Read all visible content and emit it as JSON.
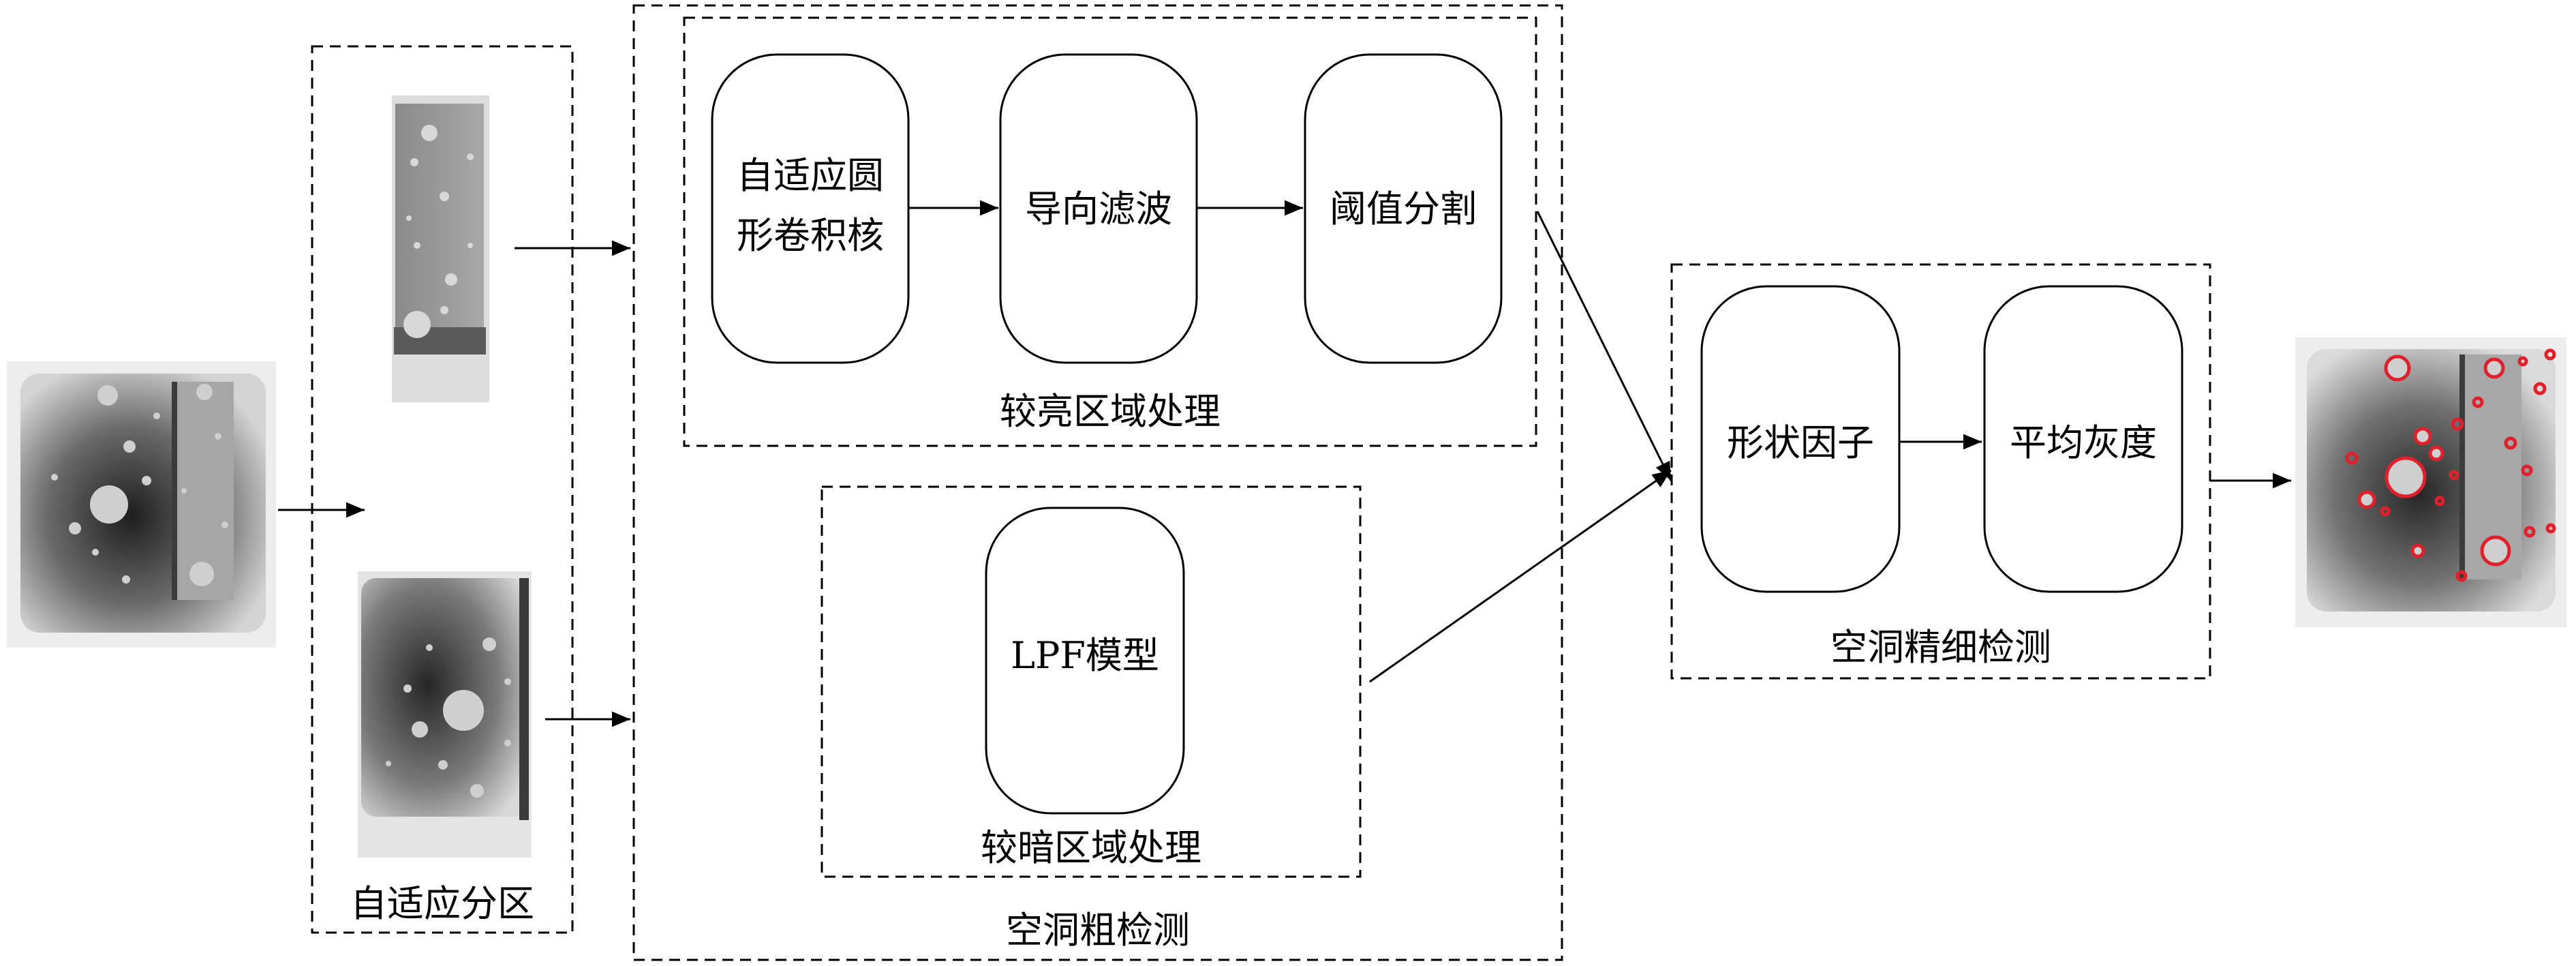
{
  "groups": {
    "adaptive_partition": "自适应分区",
    "coarse_detection": "空洞粗检测",
    "bright_region": "较亮区域处理",
    "dark_region": "较暗区域处理",
    "fine_detection": "空洞精细检测"
  },
  "steps": {
    "adaptive_kernel_line1": "自适应圆",
    "adaptive_kernel_line2": "形卷积核",
    "guided_filter": "导向滤波",
    "threshold_segmentation": "阈值分割",
    "lpf_model": "LPF模型",
    "shape_factor": "形状因子",
    "mean_gray": "平均灰度"
  },
  "colors": {
    "line": "#000000",
    "detection_marker": "#e0202a",
    "xray_dark": "#1e1e1e",
    "xray_light": "#d4d4d4"
  }
}
